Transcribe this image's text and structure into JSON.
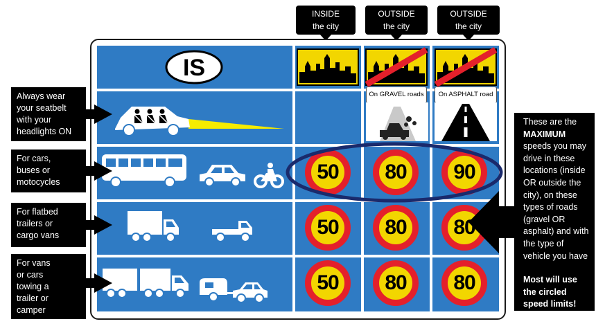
{
  "column_headers": [
    {
      "text": "INSIDE\nthe city"
    },
    {
      "text": "OUTSIDE\nthe city"
    },
    {
      "text": "OUTSIDE\nthe city"
    }
  ],
  "country_code": "IS",
  "road_labels": [
    "On GRAVEL roads",
    "On ASPHALT road"
  ],
  "row_labels": [
    "Always wear\nyour seatbelt\nwith your\nheadlights ON",
    "For cars,\nbuses or\nmotocycles",
    "For flatbed\ntrailers or\ncargo vans",
    "For vans\nor cars\ntowing a\ntrailer or\ncamper"
  ],
  "speed_limits": [
    [
      "50",
      "80",
      "90"
    ],
    [
      "50",
      "80",
      "80"
    ],
    [
      "50",
      "80",
      "80"
    ]
  ],
  "note": {
    "intro": "These are the ",
    "highlight": "MAXIMUM",
    "body": " speeds you may drive in these locations (inside OR outside the city), on these types of roads (gravel OR asphalt) and with the type of vehicle you have",
    "footer": "Most will use the circled speed limits!"
  },
  "colors": {
    "panel_blue": "#2f7bc4",
    "sign_red": "#e4202b",
    "sign_yellow": "#f2d600",
    "headlight": "#f5ec00",
    "highlight_ring": "#1a2a6c"
  },
  "icons": [
    "city-skyline-icon",
    "city-end-icon",
    "seatbelt-car-icon",
    "gravel-road-icon",
    "asphalt-road-icon",
    "bus-icon",
    "car-icon",
    "motorcycle-icon",
    "truck-icon",
    "flatbed-truck-icon",
    "truck-trailer-icon",
    "car-caravan-icon"
  ]
}
